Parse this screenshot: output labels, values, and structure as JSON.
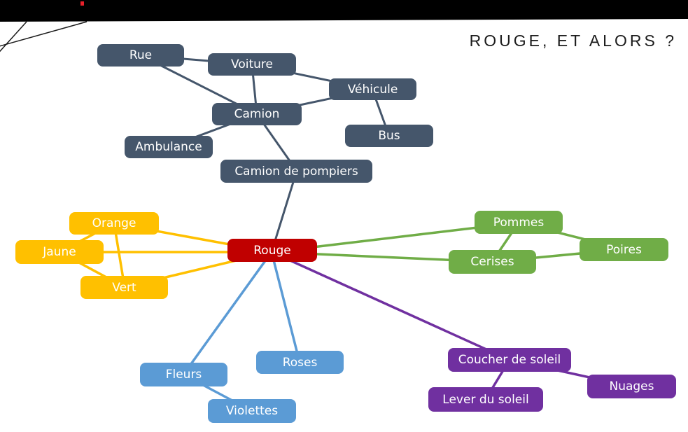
{
  "title": "ROUGE, ET ALORS ?",
  "palette": {
    "slate": "#45566B",
    "red": "#C00000",
    "yellow": "#FFC000",
    "green": "#70AD47",
    "blue": "#5B9BD5",
    "purple": "#7030A0",
    "top_bar": "#000000",
    "accent_dot": "#E8202A",
    "node_text": "#FFFFFF",
    "title_text": "#1C1C1C"
  },
  "nodes": {
    "rue": {
      "label": "Rue"
    },
    "voiture": {
      "label": "Voiture"
    },
    "vehicule": {
      "label": "Véhicule"
    },
    "camion": {
      "label": "Camion"
    },
    "bus": {
      "label": "Bus"
    },
    "ambulance": {
      "label": "Ambulance"
    },
    "camion_pompiers": {
      "label": "Camion de pompiers"
    },
    "rouge": {
      "label": "Rouge"
    },
    "orange": {
      "label": "Orange"
    },
    "jaune": {
      "label": "Jaune"
    },
    "vert": {
      "label": "Vert"
    },
    "pommes": {
      "label": "Pommes"
    },
    "cerises": {
      "label": "Cerises"
    },
    "poires": {
      "label": "Poires"
    },
    "fleurs": {
      "label": "Fleurs"
    },
    "roses": {
      "label": "Roses"
    },
    "violettes": {
      "label": "Violettes"
    },
    "coucher_soleil": {
      "label": "Coucher de soleil"
    },
    "lever_soleil": {
      "label": "Lever du soleil"
    },
    "nuages": {
      "label": "Nuages"
    }
  },
  "edges": [
    {
      "from": "rue",
      "to": "voiture",
      "group": "slate"
    },
    {
      "from": "rue",
      "to": "camion",
      "group": "slate"
    },
    {
      "from": "voiture",
      "to": "camion",
      "group": "slate"
    },
    {
      "from": "voiture",
      "to": "vehicule",
      "group": "slate"
    },
    {
      "from": "camion",
      "to": "vehicule",
      "group": "slate"
    },
    {
      "from": "vehicule",
      "to": "bus",
      "group": "slate"
    },
    {
      "from": "ambulance",
      "to": "camion",
      "group": "slate"
    },
    {
      "from": "camion",
      "to": "camion_pompiers",
      "group": "slate"
    },
    {
      "from": "camion_pompiers",
      "to": "rouge",
      "group": "slate"
    },
    {
      "from": "orange",
      "to": "jaune",
      "group": "yellow"
    },
    {
      "from": "orange",
      "to": "vert",
      "group": "yellow"
    },
    {
      "from": "jaune",
      "to": "vert",
      "group": "yellow"
    },
    {
      "from": "orange",
      "to": "rouge",
      "group": "yellow"
    },
    {
      "from": "jaune",
      "to": "rouge",
      "group": "yellow"
    },
    {
      "from": "vert",
      "to": "rouge",
      "group": "yellow"
    },
    {
      "from": "rouge",
      "to": "pommes",
      "group": "green"
    },
    {
      "from": "rouge",
      "to": "cerises",
      "group": "green"
    },
    {
      "from": "pommes",
      "to": "cerises",
      "group": "green"
    },
    {
      "from": "pommes",
      "to": "poires",
      "group": "green"
    },
    {
      "from": "cerises",
      "to": "poires",
      "group": "green"
    },
    {
      "from": "rouge",
      "to": "fleurs",
      "group": "blue"
    },
    {
      "from": "rouge",
      "to": "roses",
      "group": "blue"
    },
    {
      "from": "fleurs",
      "to": "violettes",
      "group": "blue"
    },
    {
      "from": "rouge",
      "to": "coucher_soleil",
      "group": "purple"
    },
    {
      "from": "coucher_soleil",
      "to": "lever_soleil",
      "group": "purple"
    },
    {
      "from": "coucher_soleil",
      "to": "nuages",
      "group": "purple"
    }
  ]
}
